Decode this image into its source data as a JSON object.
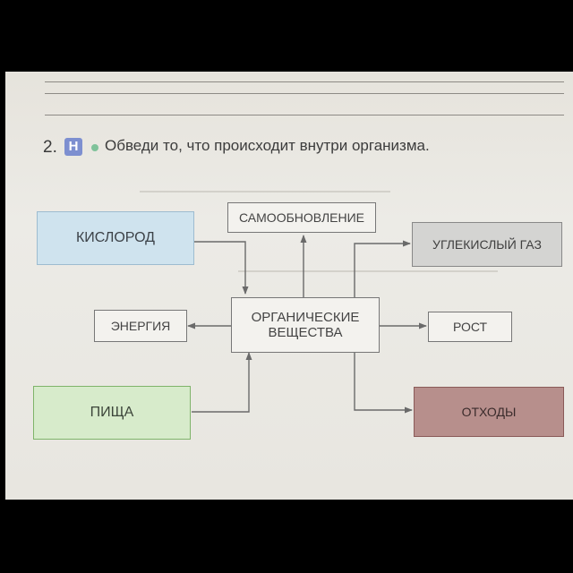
{
  "task": {
    "number": "2.",
    "badge": "Н",
    "instruction": "Обведи то, что происходит внутри организма."
  },
  "diagram": {
    "center": "ОРГАНИЧЕСКИЕ ВЕЩЕСТВА",
    "inputs": [
      "КИСЛОРОД",
      "ПИЩА"
    ],
    "outputs": [
      "САМООБНОВЛЕНИЕ",
      "ЭНЕРГИЯ",
      "УГЛЕКИСЛЫЙ ГАЗ",
      "РОСТ",
      "ОТХОДЫ"
    ]
  },
  "colors": {
    "oxygen_fill": "#cfe3ee",
    "food_fill": "#d7ebcb",
    "co2_fill": "#d4d4d2",
    "waste_fill": "#b78f8c",
    "badge": "#7d8fd0",
    "bullet": "#7fc29a"
  }
}
